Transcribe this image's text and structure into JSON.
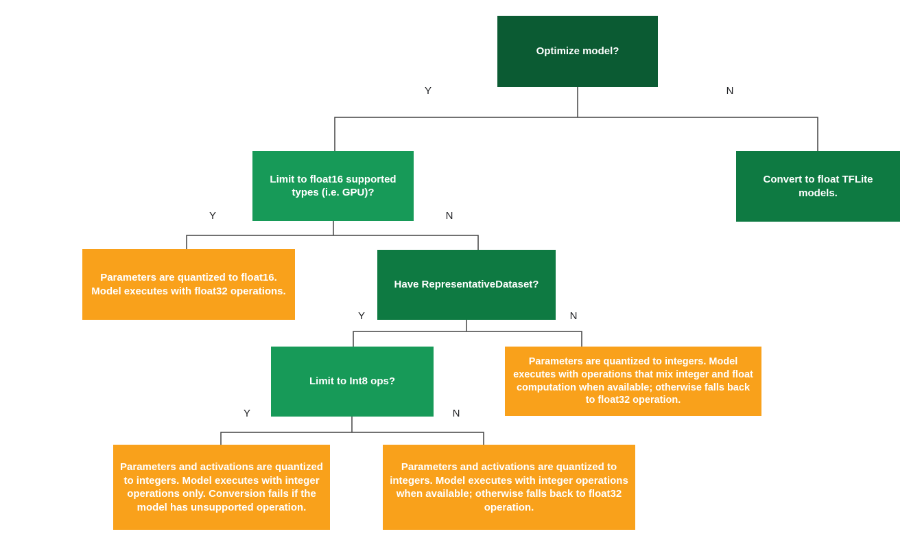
{
  "diagram_type": "decision-tree-flowchart",
  "edge_labels": {
    "yes": "Y",
    "no": "N"
  },
  "nodes": {
    "optimize": {
      "label": "Optimize model?",
      "type": "decision"
    },
    "float16": {
      "label": "Limit to float16 supported types (i.e. GPU)?",
      "type": "decision"
    },
    "convert_float": {
      "label": "Convert to float TFLite models.",
      "type": "action"
    },
    "float16_result": {
      "label": "Parameters are quantized to float16. Model executes with float32 operations.",
      "type": "outcome"
    },
    "representative_dataset": {
      "label": "Have RepresentativeDataset?",
      "type": "decision"
    },
    "int8_ops": {
      "label": "Limit to Int8 ops?",
      "type": "decision"
    },
    "mixed_result": {
      "label": "Parameters are quantized to integers. Model executes with operations that mix integer and float computation when available; otherwise falls back to float32 operation.",
      "type": "outcome"
    },
    "int8_only_result": {
      "label": "Parameters and activations are quantized to integers. Model executes with integer operations only. Conversion fails if the model has unsupported operation.",
      "type": "outcome"
    },
    "int8_fallback_result": {
      "label": "Parameters and activations are quantized to integers. Model executes with integer operations when available; otherwise falls back to float32 operation.",
      "type": "outcome"
    }
  },
  "colors": {
    "dark_green": "#0b5b33",
    "mid_green": "#0e7a42",
    "bright_green": "#179a58",
    "orange": "#f9a11b",
    "connector_line": "#424242",
    "node_text": "#ffffff",
    "edge_label_text": "#202124",
    "background": "#ffffff"
  }
}
